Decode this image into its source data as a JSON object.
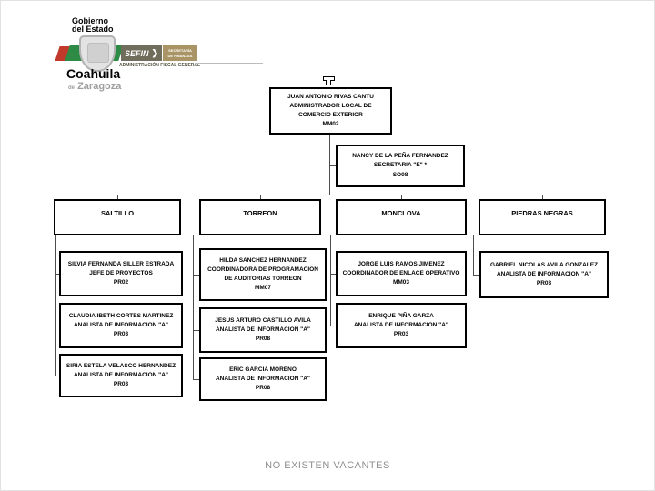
{
  "header": {
    "gobierno_line1": "Gobierno",
    "gobierno_line2": "del Estado",
    "sefin_label": "SEFIN",
    "sefin_sub_line1": "SECRETARÍA",
    "sefin_sub_line2": "DE FINANZAS",
    "afg_label": "ADMINISTRACIÓN FISCAL GENERAL",
    "coahuila": "Coahuila",
    "zaragoza_de": "de",
    "zaragoza": "Zaragoza"
  },
  "org": {
    "root": {
      "name": "JUAN ANTONIO RIVAS CANTU",
      "title": "ADMINISTRADOR LOCAL DE COMERCIO EXTERIOR",
      "code": "MM02"
    },
    "assistant": {
      "name": "NANCY DE LA PEÑA FERNANDEZ",
      "title": "SECRETARIA \"E\" *",
      "code": "SO08"
    },
    "regions": [
      {
        "label": "SALTILLO",
        "members": [
          {
            "name": "SILVIA FERNANDA SILLER ESTRADA",
            "title": "JEFE DE PROYECTOS",
            "code": "PR02"
          },
          {
            "name": "CLAUDIA IBETH CORTES MARTINEZ",
            "title": "ANALISTA DE INFORMACION \"A\"",
            "code": "PR03"
          },
          {
            "name": "SIRIA ESTELA VELASCO HERNANDEZ",
            "title": "ANALISTA DE INFORMACION \"A\"",
            "code": "PR03"
          }
        ]
      },
      {
        "label": "TORREON",
        "members": [
          {
            "name": "HILDA SANCHEZ HERNANDEZ",
            "title": "COORDINADORA DE PROGRAMACION DE AUDITORIAS TORREON",
            "code": "MM07"
          },
          {
            "name": "JESUS ARTURO CASTILLO AVILA",
            "title": "ANALISTA DE INFORMACION \"A\"",
            "code": "PR08"
          },
          {
            "name": "ERIC GARCIA MORENO",
            "title": "ANALISTA DE INFORMACION \"A\"",
            "code": "PR08"
          }
        ]
      },
      {
        "label": "MONCLOVA",
        "members": [
          {
            "name": "JORGE LUIS RAMOS JIMENEZ",
            "title": "COORDINADOR DE ENLACE OPERATIVO",
            "code": "MM03"
          },
          {
            "name": "ENRIQUE PIÑA GARZA",
            "title": "ANALISTA DE INFORMACION \"A\"",
            "code": "PR03"
          }
        ]
      },
      {
        "label": "PIEDRAS NEGRAS",
        "members": [
          {
            "name": "GABRIEL NICOLAS AVILA GONZALEZ",
            "title": "ANALISTA DE INFORMACION \"A\"",
            "code": "PR03"
          }
        ]
      }
    ]
  },
  "footer": {
    "note": "NO EXISTEN VACANTES"
  },
  "colors": {
    "box_border": "#000000",
    "connector": "#4d4d4d",
    "flag_green": "#2e8b46",
    "flag_red": "#c0392b",
    "sefin_badge": "#716d5c",
    "sefin_sub_badge": "#a89465",
    "afg_text": "#55523f",
    "zaragoza_text": "#9e9e9e",
    "footer_text": "#8f8f8f"
  }
}
